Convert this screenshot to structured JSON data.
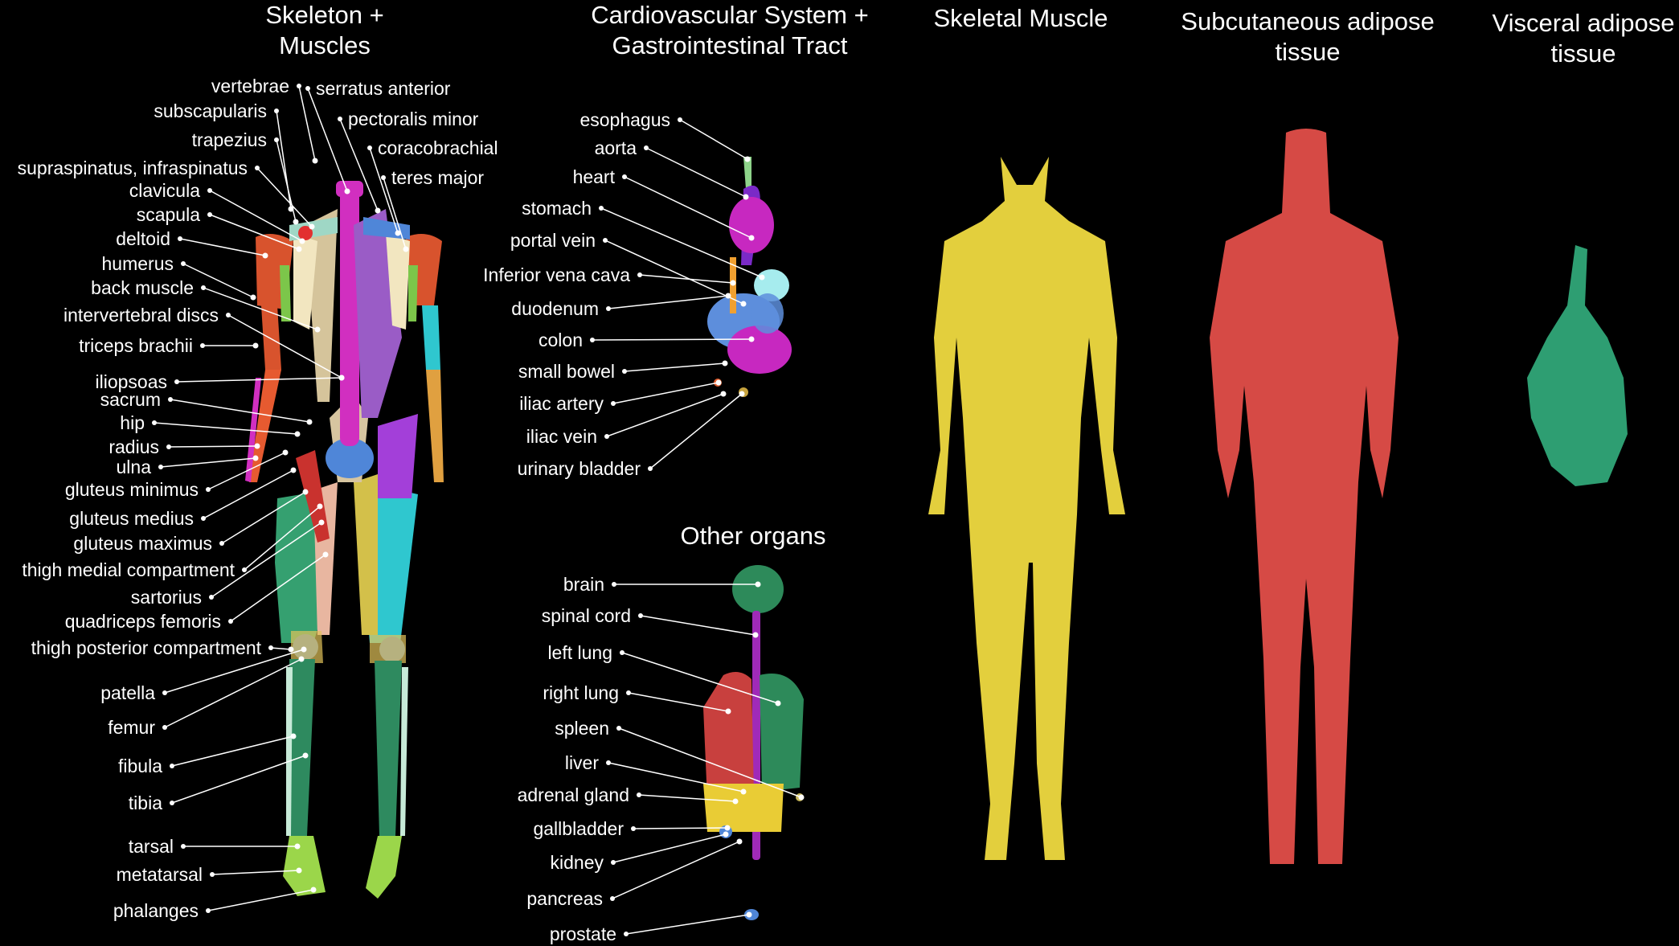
{
  "panels": {
    "skeleton": {
      "title_line1": "Skeleton +",
      "title_line2": "Muscles",
      "labels": [
        "vertebrae",
        "serratus anterior",
        "subscapularis",
        "pectoralis minor",
        "trapezius",
        "coracobrachial",
        "supraspinatus, infraspinatus",
        "teres major",
        "clavicula",
        "scapula",
        "deltoid",
        "humerus",
        "back muscle",
        "intervertebral discs",
        "triceps brachii",
        "iliopsoas",
        "sacrum",
        "hip",
        "radius",
        "ulna",
        "gluteus minimus",
        "gluteus medius",
        "gluteus maximus",
        "thigh medial compartment",
        "sartorius",
        "quadriceps femoris",
        "thigh posterior compartment",
        "patella",
        "femur",
        "fibula",
        "tibia",
        "tarsal",
        "metatarsal",
        "phalanges"
      ]
    },
    "cardio": {
      "title_line1": "Cardiovascular System +",
      "title_line2": "Gastrointestinal Tract",
      "labels": [
        "esophagus",
        "aorta",
        "heart",
        "stomach",
        "portal vein",
        "Inferior vena cava",
        "duodenum",
        "colon",
        "small bowel",
        "iliac artery",
        "iliac vein",
        "urinary bladder"
      ]
    },
    "organs": {
      "title": "Other organs",
      "labels": [
        "brain",
        "spinal cord",
        "left lung",
        "right lung",
        "spleen",
        "liver",
        "adrenal gland",
        "gallbladder",
        "kidney",
        "pancreas",
        "prostate"
      ]
    },
    "muscle": {
      "title": "Skeletal Muscle"
    },
    "subcutaneous": {
      "title_line1": "Subcutaneous adipose",
      "title_line2": "tissue"
    },
    "visceral": {
      "title_line1": "Visceral adipose",
      "title_line2": "tissue"
    }
  },
  "colors": {
    "background": "#000000",
    "text": "#ffffff",
    "skeletal_muscle": "#e3cf3d",
    "subcutaneous_fat": "#d64a45",
    "visceral_fat": "#2e9e72",
    "spine": "#d12fc0",
    "bone": "#ead9a0",
    "leg_muscle_green": "#35a070",
    "leg_muscle_cyan": "#2fc7cf",
    "deltoid": "#d8532d",
    "colon": "#5d8edc",
    "lung_left": "#2d8a5a",
    "lung_right": "#c8403e",
    "liver": "#e9cc35"
  }
}
